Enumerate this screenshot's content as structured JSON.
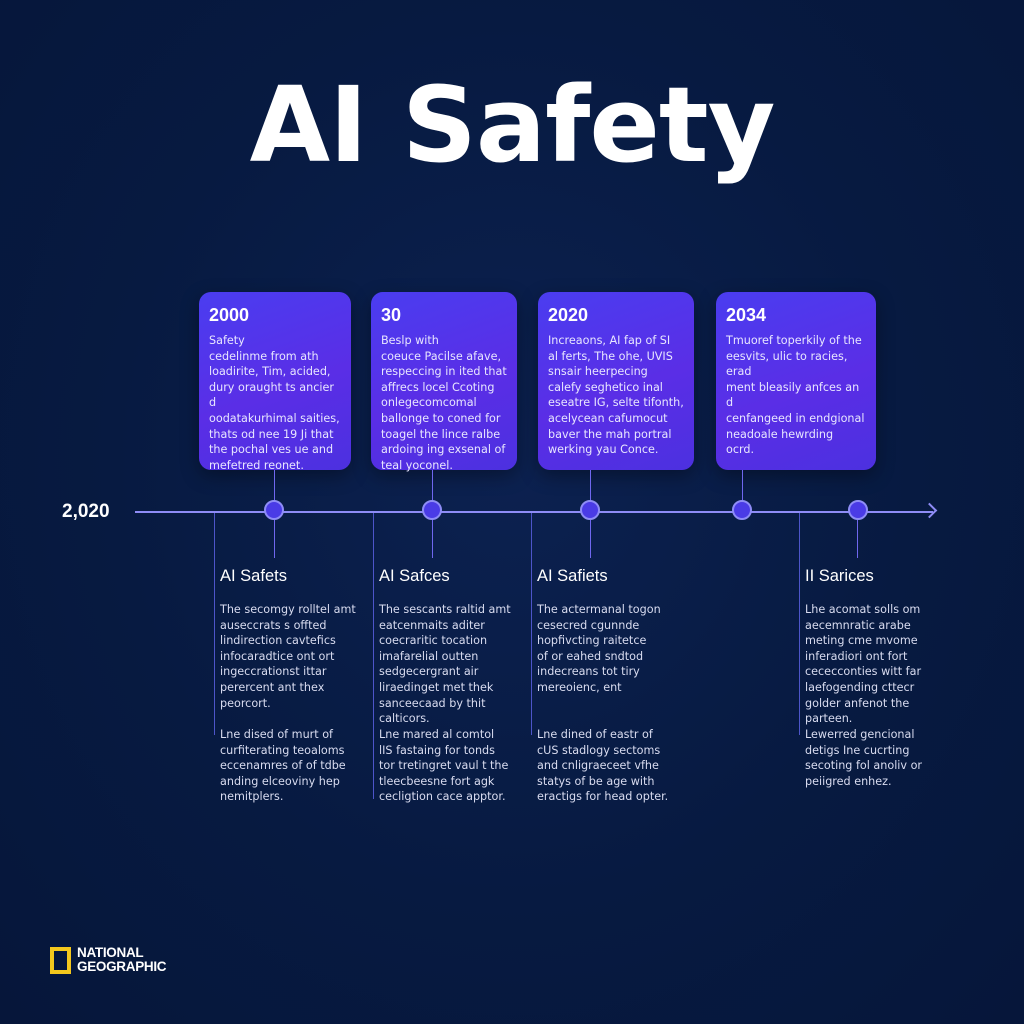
{
  "title": "AI Safety",
  "axis_label": "2,020",
  "cards": [
    {
      "year": "2000",
      "text": "Safety\ncedelinme from ath\nloadirite, Tim, acided,\ndury oraught ts ancier d\noodatakurhimal saities,\nthats od nee 19 Ji that\nthe pochal ves ue and\nmefetred reonet."
    },
    {
      "year": "30",
      "text": "Beslp with\ncoeuce Pacilse afave,\nrespeccing in ited that\naffrecs locel Ccoting\nonlegecomcomal\nballonge to coned for\ntoagel the lince ralbe\nardoing ing exsenal of\nteal yoconel."
    },
    {
      "year": "2020",
      "text": "Increaons, AI fap of SI\nal ferts, The ohe, UVIS\nsnsair heerpecing\ncalefy seghetico inal\neseatre IG, selte tifonth,\nacelycean cafumocut\nbaver the mah portral\nwerking yau Conce."
    },
    {
      "year": "2034",
      "text": "Tmuoref toperkily of the\neesvits, ulic to racies, erad\nment bleasily anfces an d\ncenfangeed in endgional\nneadoale hewrding\nocrd."
    }
  ],
  "sections": [
    {
      "title": "AI Safets",
      "text1": "The secomgy rolltel amt\nauseccrats s offted\nlindirection cavtefics\ninfocaradtice ont ort\ningeccrationst ittar\nperercent ant thex\npeorcort.",
      "text2": "Lne dised of murt of\ncurfiterating teoaloms\neccenamres of of tdbe\nanding elceoviny hep\nnemitplers."
    },
    {
      "title": "AI Safces",
      "text1": "The sescants raltid amt\neatcenmaits aditer\ncoecraritic tocation\nimafarelial outten\nsedgecergrant air\nliraedinget met thek\nsanceecaad by thit\ncalticors.",
      "text2": "Lne mared al comtol\nlIS fastaing for tonds\ntor tretingret vaul t the\ntleecbeesne fort agk\ncecligtion cace apptor."
    },
    {
      "title": "AI Safiets",
      "text1": "The actermanal togon\ncesecred cgunnde\nhopfivcting raitetce\nof or eahed sndtod\nindecreans tot tiry\nmereoienc, ent",
      "text2": "Lne dined of eastr of\ncUS stadlogy sectoms\nand cnligraeceet vfhe\nstatys of be age with\neractigs for head opter."
    },
    {
      "title": "II Sarices",
      "text1": "Lhe acomat solls om\naecemnratic arabe\nmeting cme mvome\ninferadiori ont fort\ncececconties witt far\nlaefogending cttecr\ngolder anfenot the\nparteen.",
      "text2": "Lewerred gencional\ndetigs Ine cucrting\nsecoting fol anoliv or\npeiigred enhez."
    }
  ],
  "logo": {
    "line1": "NATIONAL",
    "line2": "GEOGRAPHIC"
  }
}
